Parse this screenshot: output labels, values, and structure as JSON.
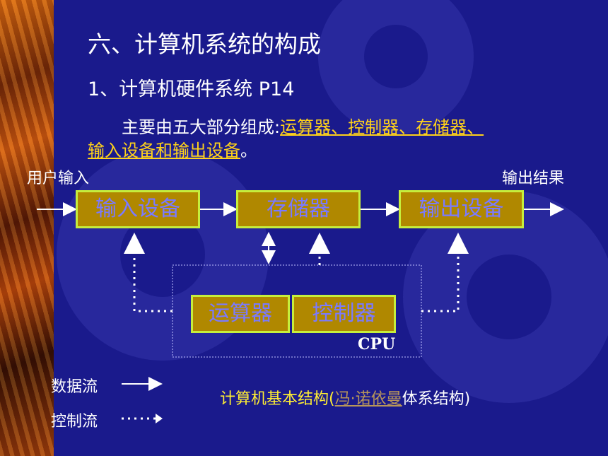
{
  "slide": {
    "title": "六、计算机系统的构成",
    "subtitle": "1、计算机硬件系统  P14",
    "desc_prefix": "主要由五大部分组成:",
    "desc_parts_line1": "运算器、控制器、存储器、",
    "desc_parts_line2": "输入设备和输出设备",
    "desc_suffix": "。"
  },
  "diagram": {
    "user_input": "用户输入",
    "output_result": "输出结果",
    "input_device": "输入设备",
    "memory": "存储器",
    "output_device": "输出设备",
    "alu": "运算器",
    "controller": "控制器",
    "cpu": "CPU"
  },
  "legend": {
    "data_flow": "数据流",
    "control_flow": "控制流"
  },
  "caption": {
    "prefix": "计算机基本结构(",
    "link": "冯·诺依曼",
    "suffix": "体系结构)"
  },
  "colors": {
    "background": "#1a1a8c",
    "box_fill": "#b08800",
    "box_border": "#c6ee3c",
    "highlight": "#ffd21a"
  }
}
